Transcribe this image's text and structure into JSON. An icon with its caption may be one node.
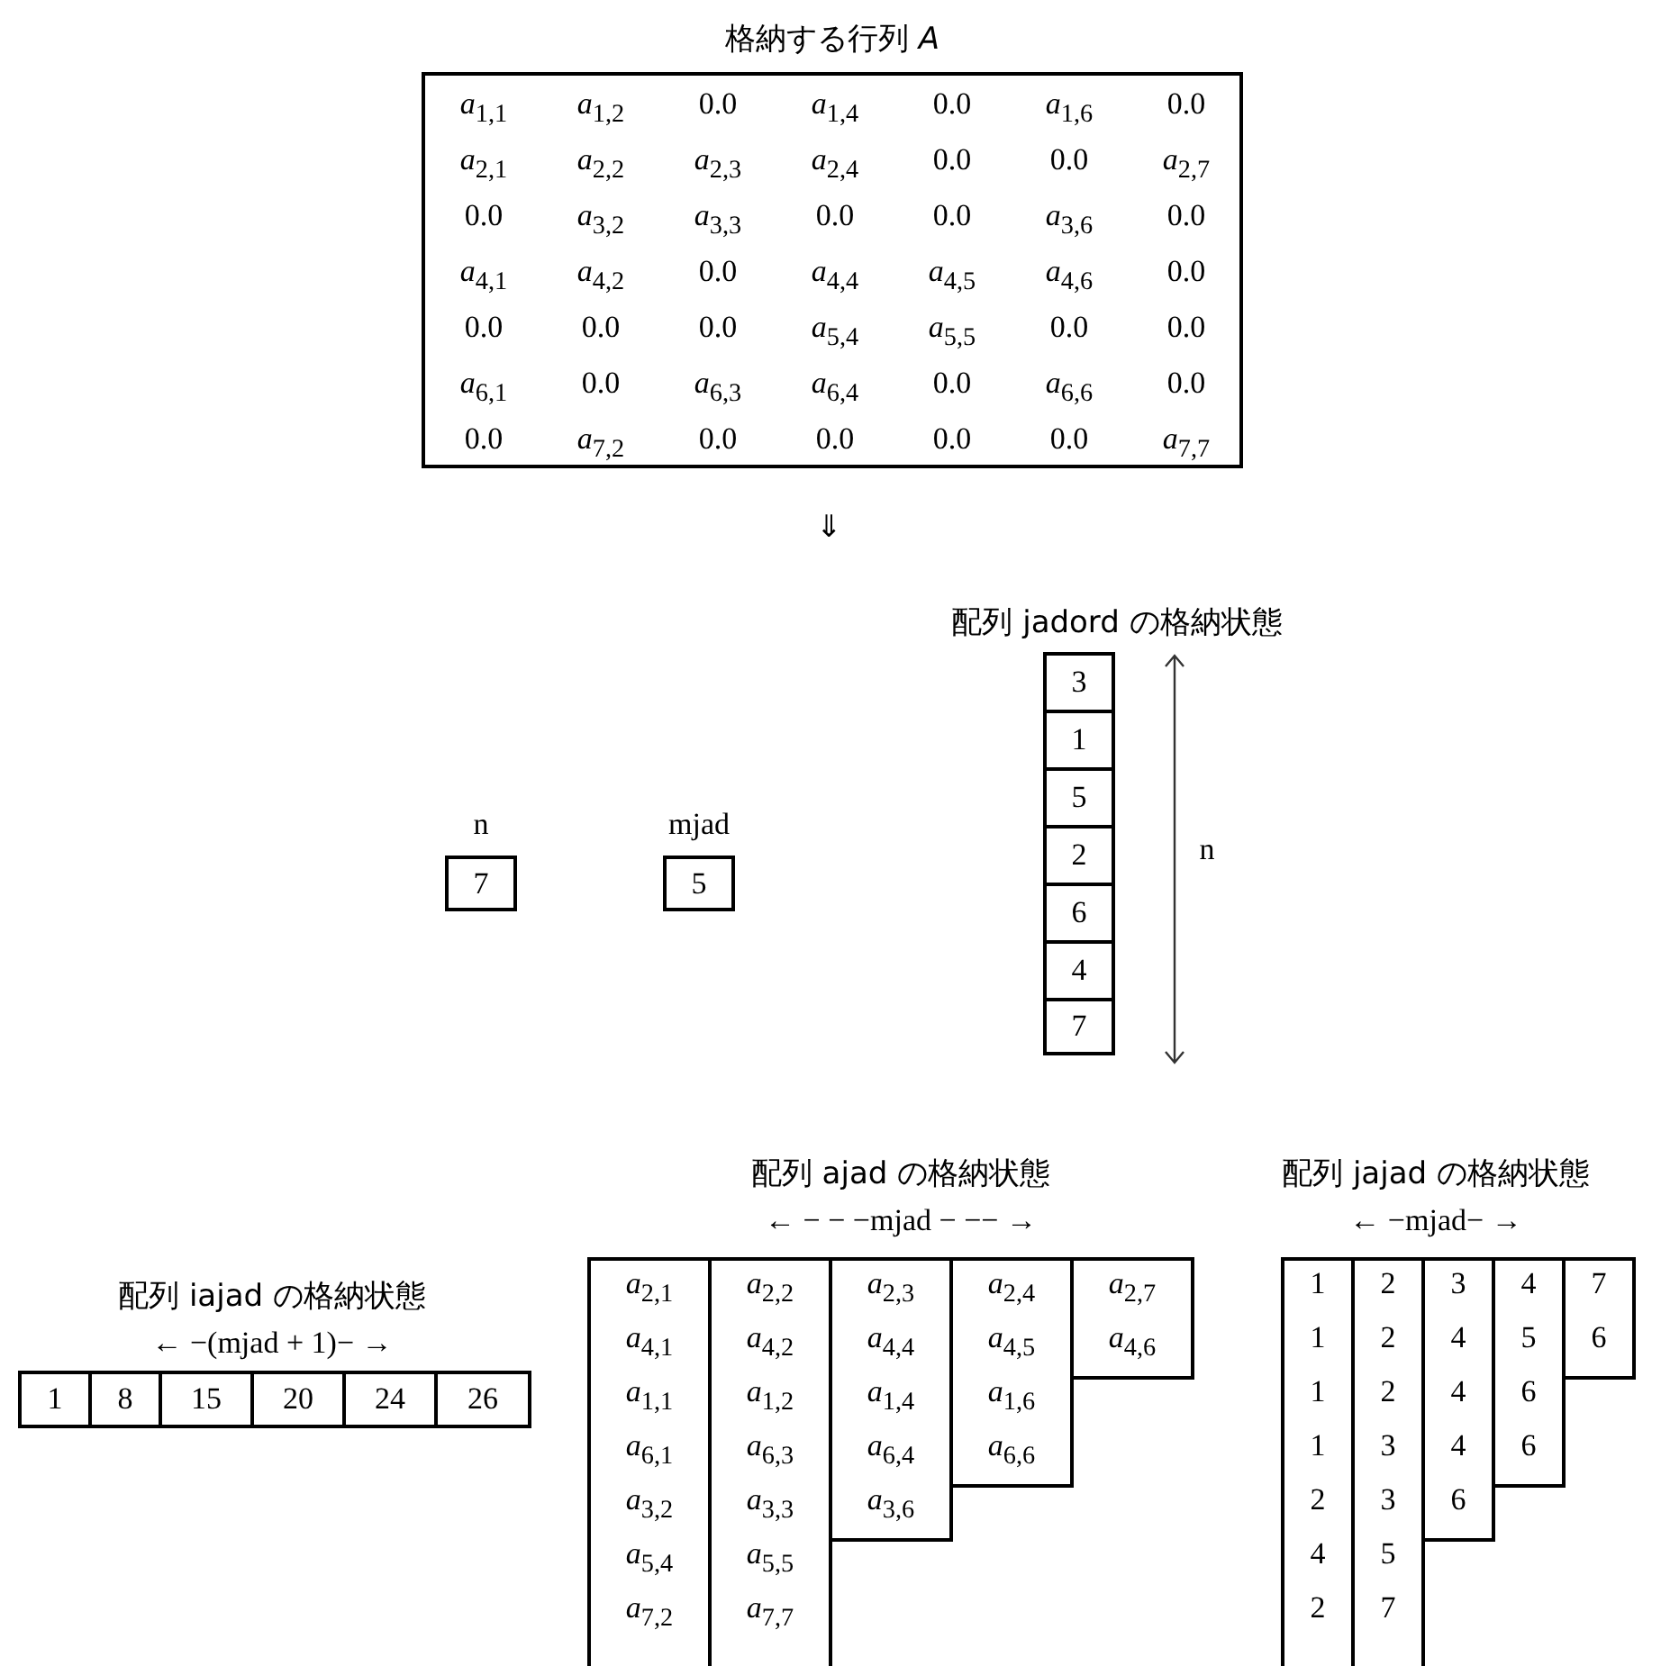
{
  "diagram": {
    "nodes": [
      {
        "text": [
          "格納する行列 *A*"
        ]
      },
      {
        "text": [
          "n",
          "7"
        ]
      },
      {
        "text": [
          "mjad",
          "5"
        ]
      },
      {
        "text": [
          "3"
        ]
      },
      {
        "text": [
          "1"
        ]
      },
      {
        "text": [
          "5"
        ]
      },
      {
        "text": [
          "2"
        ]
      },
      {
        "text": [
          "6"
        ]
      },
      {
        "text": [
          "4"
        ]
      },
      {
        "text": [
          "7"
        ]
      },
      {
        "text": [
          "1"
        ]
      },
      {
        "text": [
          "8"
        ]
      },
      {
        "text": [
          "15"
        ]
      },
      {
        "text": [
          "20"
        ]
      },
      {
        "text": [
          "24"
        ]
      },
      {
        "text": [
          "26"
        ]
      },
      {
        "text": [
          "*a*$_{2,1}$",
          "*a*$_{4,1}$",
          "*a*$_{1,1}$",
          "*a*$_{6,1}$",
          "*a*$_{3,2}$",
          "*a*$_{5,4}$",
          "*a*$_{7,2}$"
        ]
      },
      {
        "text": [
          "*a*$_{2,2}$",
          "*a*$_{4,2}$",
          "*a*$_{1,2}$",
          "*a*$_{6,3}$",
          "*a*$_{3,3}$",
          "*a*$_{5,5}$",
          "*a*$_{7,7}$"
        ]
      },
      {
        "text": [
          "*a*$_{2,3}$",
          "*a*$_{4,4}$",
          "*a*$_{1,4}$",
          "*a*$_{6,4}$",
          "*a*$_{3,6}$"
        ]
      },
      {
        "text": [
          "*a*$_{2,4}$",
          "*a*$_{4,5}$",
          "*a*$_{1,6}$",
          "*a*$_{6,6}$"
        ]
      },
      {
        "text": [
          "*a*$_{2,7}$",
          "*a*$_{4,6}$"
        ]
      },
      {
        "text": [
          "1",
          "1",
          "1",
          "1",
          "2",
          "4",
          "2"
        ]
      },
      {
        "text": [
          "2",
          "2",
          "2",
          "3",
          "3",
          "5",
          "7"
        ]
      },
      {
        "text": [
          "3",
          "4",
          "4",
          "4",
          "6"
        ]
      },
      {
        "text": [
          "4",
          "5",
          "6",
          "6"
        ]
      },
      {
        "text": [
          "7",
          "6"
        ]
      }
    ],
    "labels": [
      "*a*$_{1,1}$",
      "*a*$_{1,2}$",
      "0.0",
      "*a*$_{1,4}$",
      "0.0",
      "*a*$_{1,6}$",
      "0.0",
      "*a*$_{2,1}$",
      "*a*$_{2,2}$",
      "*a*$_{2,3}$",
      "*a*$_{2,4}$",
      "0.0",
      "0.0",
      "*a*$_{2,7}$",
      "0.0",
      "*a*$_{3,2}$",
      "*a*$_{3,3}$",
      "0.0",
      "0.0",
      "*a*$_{3,6}$",
      "0.0",
      "*a*$_{4,1}$",
      "*a*$_{4,2}$",
      "0.0",
      "*a*$_{4,4}$",
      "*a*$_{4,5}$",
      "*a*$_{4,6}$",
      "0.0",
      "0.0",
      "0.0",
      "0.0",
      "*a*$_{5,4}$",
      "*a*$_{5,5}$",
      "0.0",
      "0.0",
      "*a*$_{6,1}$",
      "0.0",
      "*a*$_{6,3}$",
      "*a*$_{6,4}$",
      "0.0",
      "*a*$_{6,6}$",
      "0.0",
      "0.0",
      "*a*$_{7,2}$",
      "0.0",
      "0.0",
      "0.0",
      "0.0",
      "*a*$_{7,7}$",
      "⇓",
      "配列 jadord の格納状態",
      "n",
      "配列 ajad の格納状態",
      "配列 jajad の格納状態",
      "← − − −mjad − −− →",
      "← −mjad− →",
      "配列 iajad の格納状態",
      "← −(mjad + 1)− →"
    ]
  }
}
